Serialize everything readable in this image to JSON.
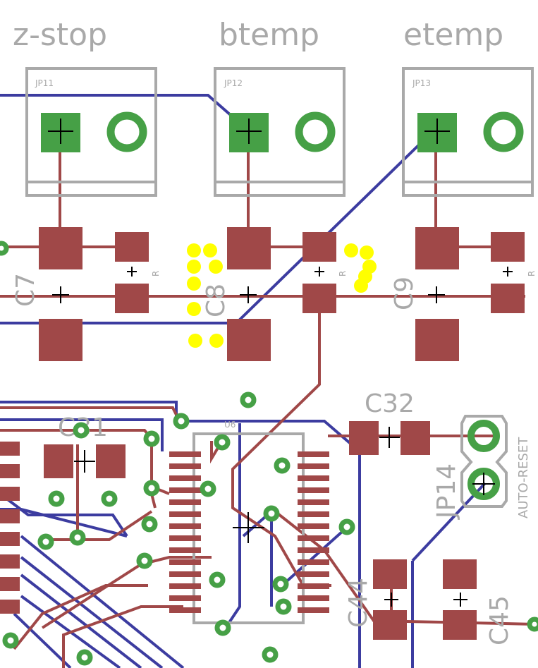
{
  "labels": {
    "zstop": "z-stop",
    "btemp": "btemp",
    "etemp": "etemp",
    "jp11": "JP11",
    "jp12": "JP12",
    "jp13": "JP13",
    "c7": "C7",
    "c8": "C8",
    "c9": "C9",
    "c31": "C31",
    "c32": "C32",
    "c44": "C44",
    "c45": "C45",
    "jp14": "JP14",
    "u6": "U6",
    "auto_reset": "AUTO-RESET",
    "r_small1": "R",
    "r_small2": "R",
    "r_small3": "R"
  },
  "colors": {
    "silk": "#a9a9a9",
    "top_copper": "#a04848",
    "bottom_copper": "#3c3ca0",
    "via_green": "#46a046",
    "marker": "#ffff00"
  }
}
